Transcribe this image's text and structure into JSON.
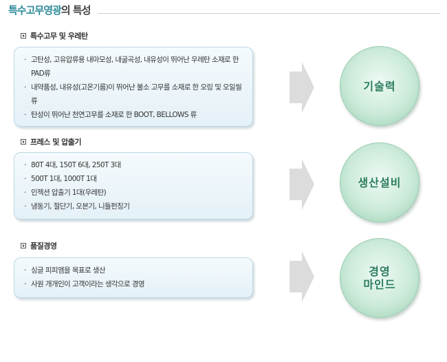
{
  "page": {
    "title_highlight": "특수고무영광",
    "title_rest": "의 특성"
  },
  "sections": [
    {
      "heading": "특수고무 및 우레탄",
      "items": [
        "고탄성, 고유압류용 내마모성, 내굴곡성, 내유성이 뛰어난 우레탄 소재로 한 PAD류",
        "내약품성, 내유성(고온기름)이 뛰어난 불소 고무를 소재로 한 오링 및 오일씰류",
        "탄성이 뛰어난 천연고무를 소재로 한 BOOT, BELLOWS 류"
      ],
      "circle_line1": "기술력",
      "circle_line2": ""
    },
    {
      "heading": "프레스 및 압출기",
      "items": [
        "80T 4대, 150T 6대, 250T 3대",
        "500T 1대, 1000T 1대",
        "인젝션 압출기 1대(우레탄)",
        "냉동기, 절단기, 오븐기, 니들펀칭기"
      ],
      "circle_line1": "생산설비",
      "circle_line2": ""
    },
    {
      "heading": "품질경영",
      "items": [
        "싱글 피피엠을 목표로 생산",
        "사원 개개인이 고객이라는 생각으로 경영"
      ],
      "circle_line1": "경영",
      "circle_line2": "마인드"
    }
  ],
  "colors": {
    "accent": "#2d8a9a",
    "circle_text": "#2c7d5e",
    "arrow": "#dcdcdc"
  }
}
